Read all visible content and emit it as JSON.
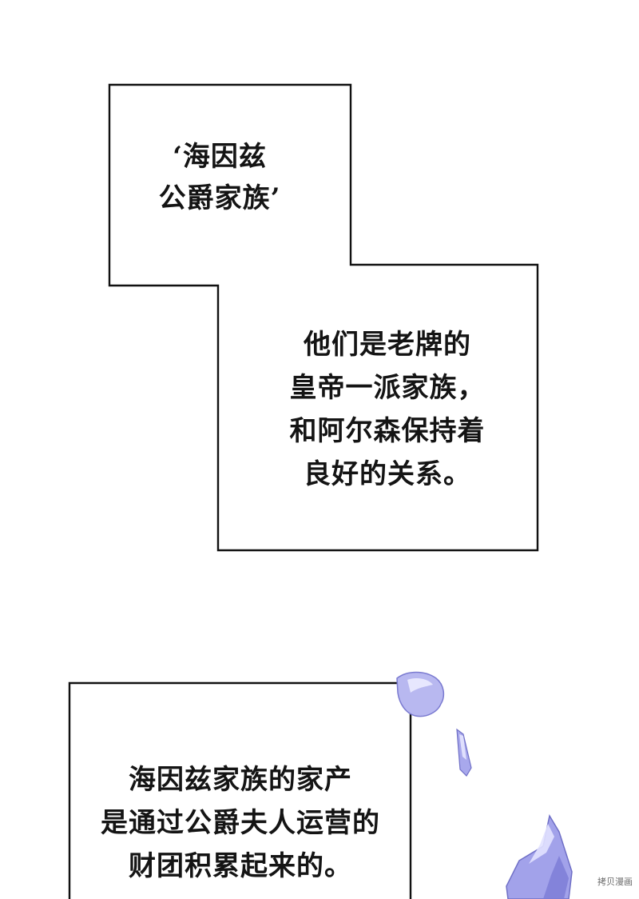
{
  "captions": {
    "box1": {
      "lines": [
        "‘海因兹",
        "公爵家族’"
      ]
    },
    "box2": {
      "lines": [
        "他们是老牌的",
        "皇帝一派家族，",
        "和阿尔森保持着",
        "良好的关系。"
      ]
    },
    "box3": {
      "lines": [
        "海因兹家族的家产",
        "是通过公爵夫人运营的",
        "财团积累起来的。"
      ]
    }
  },
  "watermark": {
    "text": "拷贝漫画"
  },
  "colors": {
    "background": "#ffffff",
    "border": "#111111",
    "text": "#141414",
    "crystal_light": "#d6d6f5",
    "crystal_mid": "#9c9cea",
    "crystal_dark": "#6f6fc6"
  }
}
